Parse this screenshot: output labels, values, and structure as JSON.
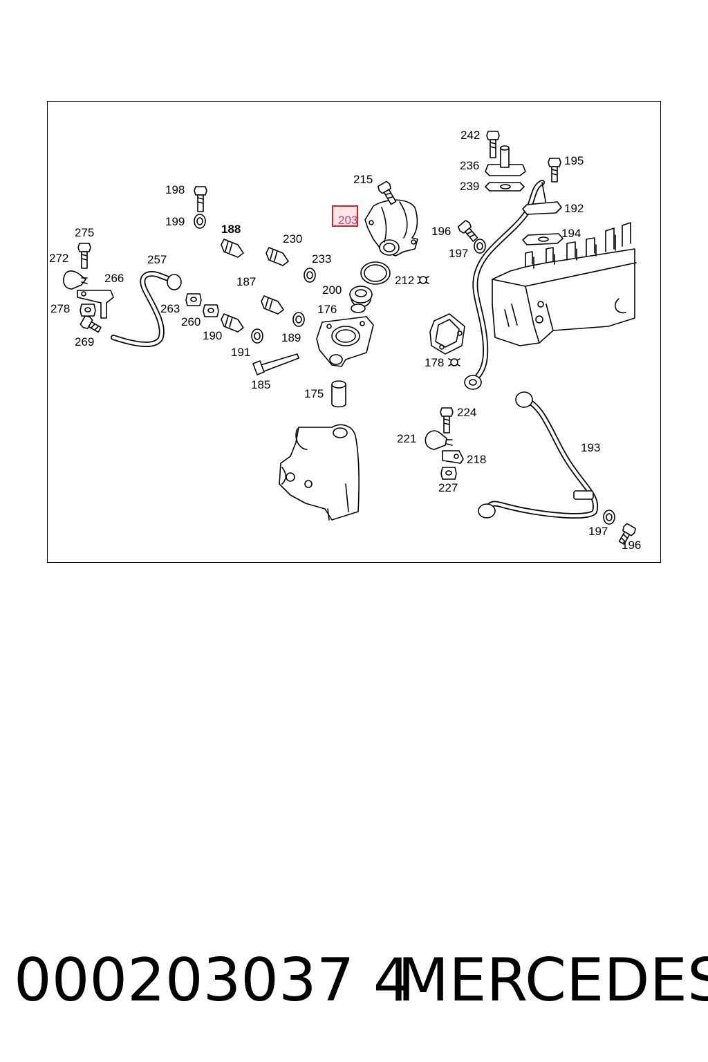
{
  "diagram": {
    "highlighted_label": "203",
    "labels": {
      "l242": "242",
      "l236": "236",
      "l239": "239",
      "l195": "195",
      "l192": "192",
      "l215": "215",
      "l203": "203",
      "l196a": "196",
      "l194": "194",
      "l197a": "197",
      "l198": "198",
      "l199": "199",
      "l188": "188",
      "l230": "230",
      "l233": "233",
      "l275": "275",
      "l272": "272",
      "l257": "257",
      "l266": "266",
      "l187": "187",
      "l212": "212",
      "l200": "200",
      "l176": "176",
      "l278": "278",
      "l263": "263",
      "l260": "260",
      "l190": "190",
      "l189": "189",
      "l269": "269",
      "l191": "191",
      "l178": "178",
      "l185": "185",
      "l175": "175",
      "l224": "224",
      "l221": "221",
      "l193": "193",
      "l218": "218",
      "l227": "227",
      "l197b": "197",
      "l196b": "196"
    }
  },
  "footer": {
    "part_number": "000203037 4",
    "brand": "MERCEDES"
  }
}
